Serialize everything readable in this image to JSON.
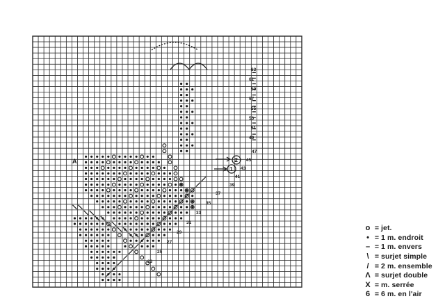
{
  "diagram": {
    "row_numbers": [
      "23",
      "25",
      "27",
      "29",
      "31",
      "33",
      "35",
      "37",
      "39",
      "41",
      "43",
      "45",
      "47",
      "49",
      "51",
      "53",
      "55",
      "57",
      "59",
      "61",
      "63"
    ],
    "marker_A": "A",
    "marker_1": "1",
    "marker_2": "2",
    "ink_color": "#1a1a1a",
    "grid_color": "#2a2a2a"
  },
  "legend": {
    "items": [
      {
        "symbol": "o",
        "icon": "yarn-over-icon",
        "label": "jet."
      },
      {
        "symbol": "•",
        "icon": "knit-stitch-icon",
        "label": "1 m. endroit"
      },
      {
        "symbol": "–",
        "icon": "purl-stitch-icon",
        "label": "1 m. envers"
      },
      {
        "symbol": "\\",
        "icon": "single-decrease-icon",
        "label": "surjet simple"
      },
      {
        "symbol": "/",
        "icon": "knit-two-together-icon",
        "label": "2 m. ensemble"
      },
      {
        "symbol": "Λ",
        "icon": "double-decrease-icon",
        "label": "surjet double"
      },
      {
        "symbol": "X",
        "icon": "tight-stitch-icon",
        "label": "m. serrée"
      },
      {
        "symbol": "6",
        "icon": "chain-six-icon",
        "label": "6 m. en l'air"
      }
    ]
  }
}
